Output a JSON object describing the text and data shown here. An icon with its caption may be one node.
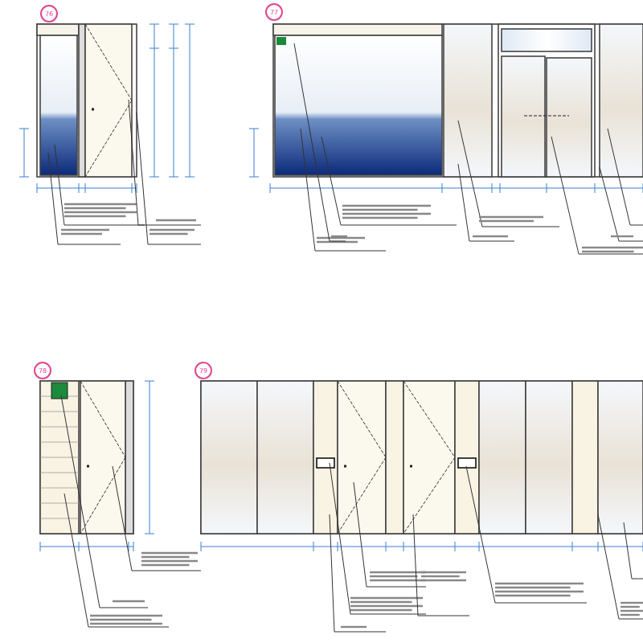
{
  "diagram": {
    "labels": [
      "76",
      "77",
      "78",
      "79"
    ]
  }
}
